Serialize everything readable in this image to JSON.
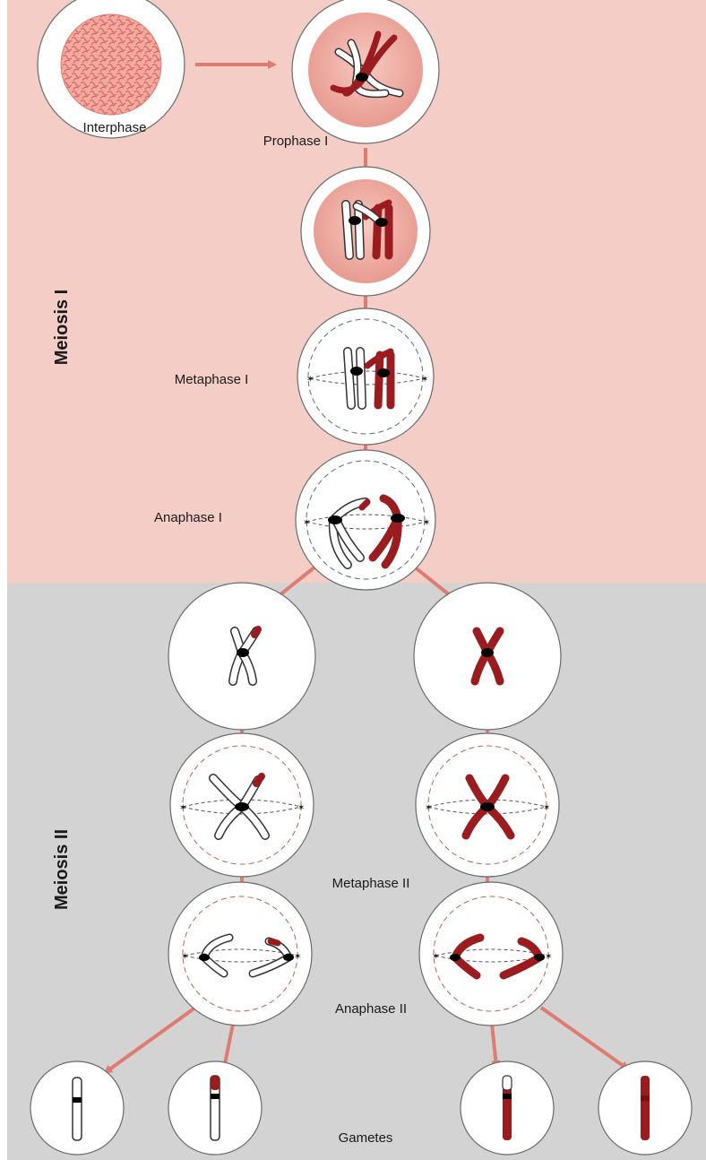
{
  "sections": {
    "meiosis_1": {
      "label": "Meiosis I",
      "color": "#f4cdc6"
    },
    "meiosis_2": {
      "label": "Meiosis II",
      "color": "#d3d3d3"
    }
  },
  "stages": {
    "interphase": "Interphase",
    "prophase_1": "Prophase I",
    "metaphase_1": "Metaphase I",
    "anaphase_1": "Anaphase I",
    "metaphase_2": "Metaphase II",
    "anaphase_2": "Anaphase II",
    "gametes": "Gametes"
  },
  "colors": {
    "arrow": "#e07b70",
    "maternal_chromosome": "#9b1c1f",
    "paternal_chromosome": "#ffffff",
    "nucleus": "#f0a39a",
    "centromere": "#000000"
  }
}
